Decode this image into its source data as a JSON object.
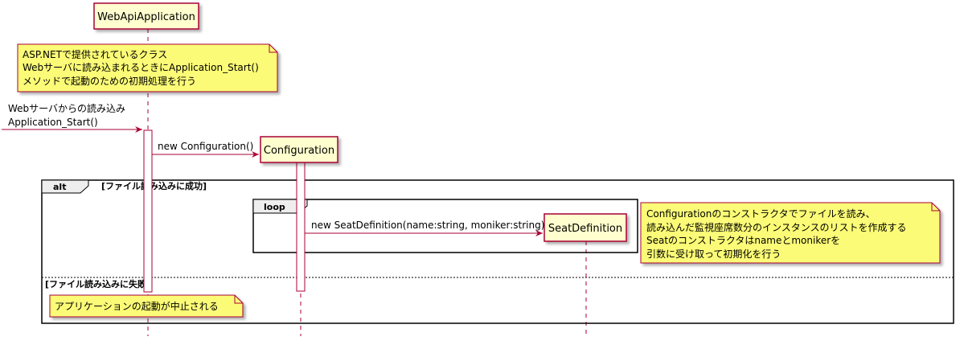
{
  "participants": {
    "webapi": "WebApiApplication",
    "configuration": "Configuration",
    "seat": "SeatDefinition"
  },
  "notes": {
    "webapi": [
      "ASP.NETで提供されているクラス",
      "Webサーバに読み込まれるときにApplication_Start()",
      "メソッドで起動のための初期処理を行う"
    ],
    "configuration": [
      "Configurationのコンストラクタでファイルを読み、",
      "読み込んだ監視座席数分のインスタンスのリストを作成する",
      "Seatのコンストラクタはnameとmonikerを",
      "引数に受け取って初期化を行う"
    ],
    "abort": "アプリケーションの起動が中止される"
  },
  "messages": {
    "incoming": [
      "Webサーバからの読み込み",
      "Application_Start()"
    ],
    "new_configuration": "new Configuration()",
    "new_seat": "new SeatDefinition(name:string, moniker:string)"
  },
  "fragments": {
    "alt_keyword": "alt",
    "alt_guard": "[ファイル読み込みに成功]",
    "else_guard": "[ファイル読み込みに失敗]",
    "loop_keyword": "loop"
  },
  "colors": {
    "participant_fill": "#FEFECE",
    "participant_border": "#A80036",
    "note_fill": "#FBFB77",
    "arrow": "#A80036"
  }
}
